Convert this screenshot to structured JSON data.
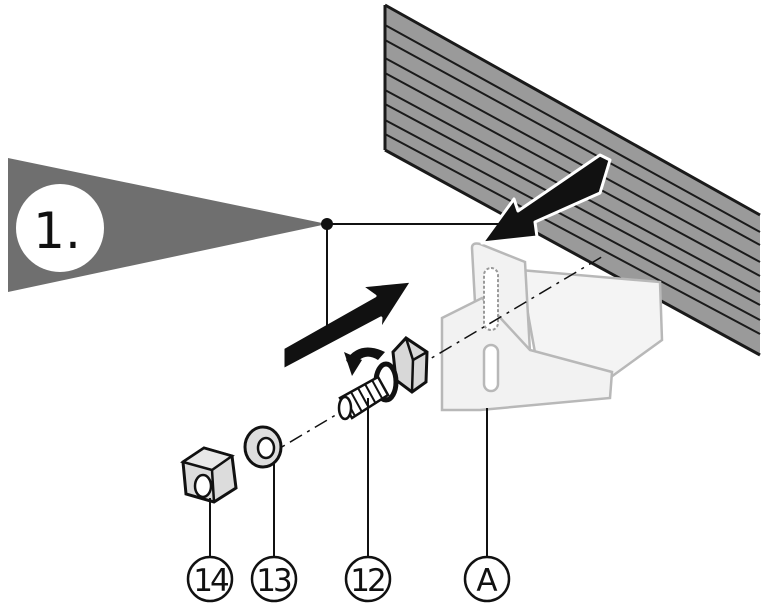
{
  "step": {
    "label": "1."
  },
  "callouts": [
    {
      "id": "nut",
      "label": "14"
    },
    {
      "id": "washer",
      "label": "13"
    },
    {
      "id": "bolt",
      "label": "12"
    },
    {
      "id": "bracket",
      "label": "A"
    }
  ],
  "colors": {
    "rail_fill": "#9a9a9a",
    "rail_line": "#1a1a1a",
    "bracket_fill": "#f2f2f2",
    "bracket_stroke": "#b8b8b8",
    "cone": "#6f6f6f",
    "ink": "#111111"
  }
}
